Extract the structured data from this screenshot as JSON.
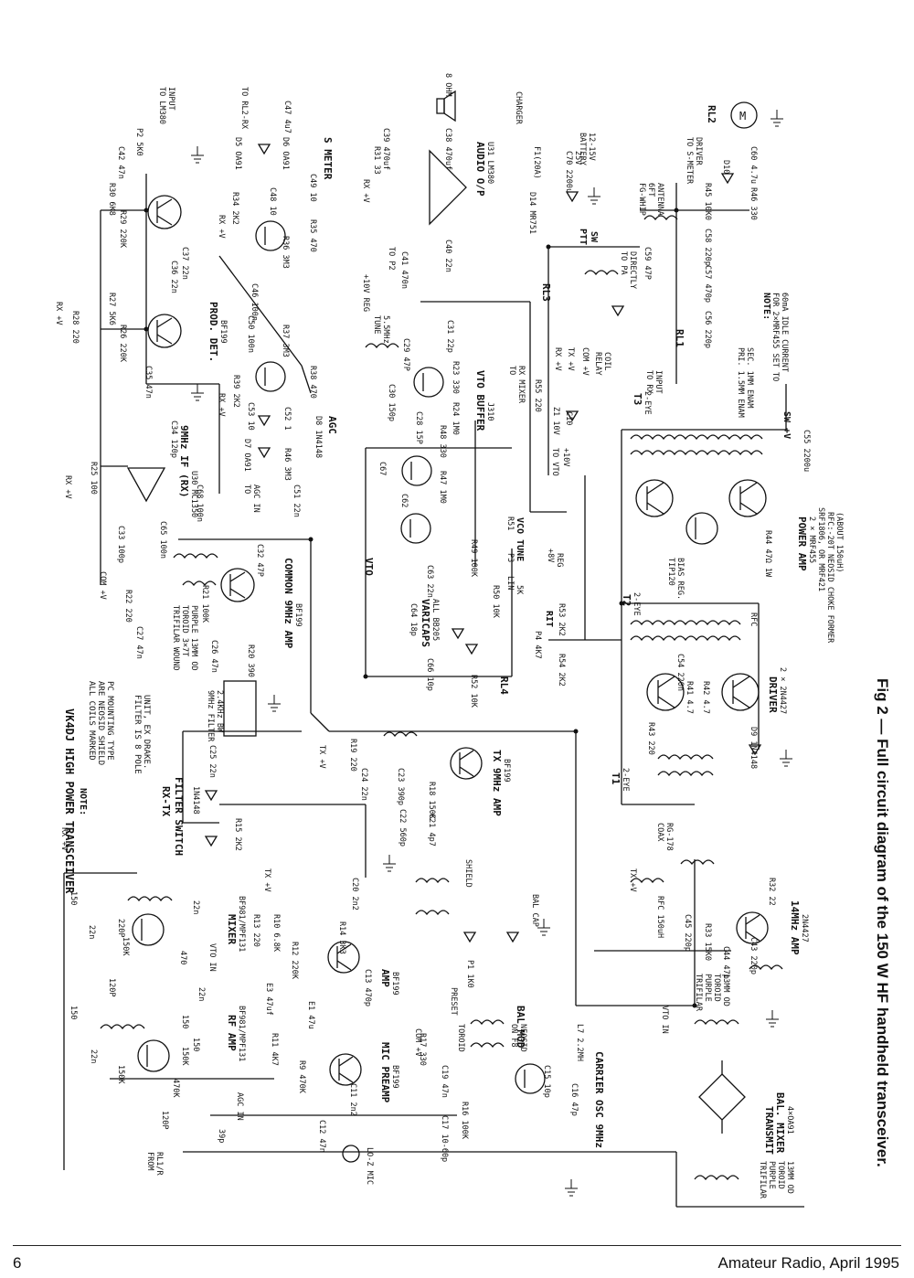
{
  "caption": "Fig 2 — Full circuit diagram of the 150 W HF handheld transceiver.",
  "footer": {
    "page": "6",
    "magazine": "Amateur Radio, April 1995"
  },
  "title": "VK4DJ HIGH POWER TRANSCEIVER",
  "notes": {
    "n1": "NOTE:",
    "n2": "ALL COILS MARKED",
    "n3": "ARE NEOSID SHIELD",
    "n4": "PC MOUNTING TYPE",
    "f1": "FILTER IS 8 POLE",
    "f2": "UNIT, EX DRAKE.",
    "pa1": "NOTE:",
    "pa2": "FOR 2×MRF455 SET TO",
    "pa3": "60mA IDLE CURRENT",
    "tri1": "TRIFILAR WOUND",
    "tri2": "TOROID 3×7T",
    "tri3": "PURPLE 13MM OD",
    "pri1": "PRI. 1.5MM ENAM",
    "pri2": "SEC. 1MM ENAM",
    "rfc1": "RFC:-20T NEOSID CHOKE FORMER",
    "rfc2": "(ABOUT 150uH)"
  },
  "stages": {
    "if": "9MHz IF (RX)",
    "if_ic": "U30 MC1350",
    "prod": "PROD. DET.",
    "prod_t": "BF199",
    "smeter": "S METER",
    "agc": "AGC",
    "audio": "AUDIO O/P",
    "audio_ic": "U31 LM380",
    "vto": "VTO",
    "vto_buf": "VTO BUFFER",
    "vto_buf_t": "J310",
    "varicaps": "VARICAPS",
    "varicaps_t": "ALL BB205",
    "vco_tune": "VCO TUNE",
    "rit": "RIT",
    "common_amp": "COMMON 9MHz AMP",
    "common_amp_t": "BF199",
    "filter": "9MHz FILTER",
    "filter_bw": "2.4KHz BW",
    "rxtx": "RX-TX",
    "filter_sw": "FILTER SWITCH",
    "filter_sw_d": "1N4148",
    "tx_amp": "TX 9MHz AMP",
    "tx_amp_t": "BF199",
    "mixer": "MIXER",
    "mixer_t": "BF981/MPF131",
    "rfamp": "RF AMP",
    "rfamp_t": "BF981/MPF131",
    "amp": "AMP",
    "amp_t": "BF199",
    "mic": "MIC PREAMP",
    "mic_t": "BF199",
    "bal_mod": "BAL MOD",
    "carrier": "CARRIER OSC 9MHz",
    "tx_bal": "TRANSMIT",
    "tx_bal2": "BAL. MIXER",
    "tx_bal3": "4×OA91",
    "amp14": "14MHz AMP",
    "amp14_t": "2N4427",
    "driver": "DRIVER",
    "driver_t": "2 × 2N4427",
    "pa": "POWER AMP",
    "pa_t": "2 × MRF455",
    "pa_t2": "SRF1806, OR MRF421",
    "bias": "TIP120",
    "bias2": "BIAS REG.",
    "t1": "T1",
    "t1s": "2-EYE",
    "t2": "T2",
    "t2s": "2-EYE",
    "t3": "T3",
    "t3s": "2-EYE"
  },
  "labels": {
    "rxv": "RX +V",
    "txv": "TX +V",
    "comv": "COM +V",
    "v10": "+10V REG",
    "v10b": "+10V",
    "swv": "SW +V",
    "plusv": "+V",
    "lm380in": "TO LM380",
    "lm380in2": "INPUT",
    "rl2rx": "TO RL2-RX",
    "speaker": "8 OHM",
    "charger": "CHARGER",
    "battery": "BATTERY",
    "battv": "12-15V",
    "whip": "FG-WHIP",
    "whip2": "6FT",
    "whip3": "ANTENNA",
    "smdrv": "TO S-METER",
    "smdrv2": "DRIVER",
    "ptt": "PTT",
    "ptt2": "SW",
    "topa": "TO PA",
    "topa2": "DIRECTLY",
    "relay": "RELAY",
    "relay2": "COIL",
    "torx": "TO RX",
    "torx2": "INPUT",
    "tovto": "TO VTO",
    "tovto2": "+10V",
    "torxmix": "TO",
    "torxmix2": "RX MIXER",
    "agcin": "TO",
    "agcin2": "AGC IN",
    "agcin3": "AGC IN",
    "vtoin": "VTO IN",
    "vtoin2": "VTO IN",
    "from": "FROM",
    "from2": "RL1/R",
    "mic": "LO-Z MIC",
    "coax": "COAX",
    "coax2": "RG-178",
    "tune": "TUNE",
    "tune2": "5.5MHz",
    "shield": "SHIELD",
    "balcap": "BAL CAP",
    "preset": "PRESET",
    "toroid": "TOROID",
    "on": "ON F8",
    "on2": "NEOSID",
    "trif1": "TRIFILAR",
    "trif2": "PURPLE",
    "trif3": "TOROID",
    "trif4": "13MM OD",
    "trif5": "TRIFILAR",
    "trif6": "PURPLE",
    "trif7": "TOROID",
    "trif8": "13MM OD",
    "tp2": "TO P2",
    "rl1": "RL1",
    "rl2": "RL2",
    "rl3": "RL3",
    "rl4": "RL4",
    "p3": "P3",
    "p4": "P4 4K7",
    "lin": "LIN",
    "sk": "5K",
    "v18": "+8V",
    "reg": "REG"
  },
  "components": {
    "r30": "R30 6K8",
    "r29": "R29 220K",
    "r28": "R28 220",
    "r27": "R27 5K6",
    "r26": "R26 220K",
    "r25": "R25 100",
    "c42": "C42 47n",
    "c37": "C37 22n",
    "c36": "C36 22n",
    "c35": "C35 47n",
    "p2": "P2 5K0",
    "c39": "C39 470uf",
    "c38": "C38 470uf",
    "r31": "R31 33",
    "c40": "C40 22n",
    "c41": "C41 470n",
    "d5": "D5 OA91",
    "d6": "D6 OA91",
    "c47": "C47 4u7",
    "r34": "R34 2K2",
    "c48": "C48 10",
    "c49": "C49 10",
    "r35": "R35 470",
    "r36": "R36 3M3",
    "c46": "C46 100n",
    "c50": "C50 100n",
    "r37": "R37 3M3",
    "r39": "R39 2K2",
    "r38": "R38 470",
    "c53": "C53 10",
    "c52": "C52 1",
    "d8": "D8 1N4148",
    "d7": "D7 OA91",
    "r46": "R46 3M3",
    "c51": "C51 22n",
    "c34": "C34 120p",
    "c68": "C68 100n",
    "c33": "C33 100p",
    "c65": "C65 100n",
    "c32": "C32 47P",
    "r22": "R22 220",
    "r21": "R21 100K",
    "c27": "C27 47n",
    "c26": "C26 47n",
    "r20": "R20 390",
    "c25": "C25 22n",
    "r19": "R19 220",
    "c24": "C24 22n",
    "c23": "C23 390p",
    "r18": "R18 150K",
    "c22": "C22 560p",
    "c21": "C21 4p7",
    "r15": "R15 2K2",
    "c20": "C20 2n2",
    "r13": "R13 220",
    "r10": "R10 6.8K",
    "r14": "R14 3K3",
    "c13": "C13 470p",
    "r12": "R12 220K",
    "e3": "E3 47uf",
    "e1": "E1 47u",
    "r11": "R11 4K7",
    "r9": "R9 470K",
    "c11": "C11 2n2",
    "c12": "C12 47n",
    "r17": "R17 330",
    "c19": "C19 47n",
    "p1": "P1 1K0",
    "l7": "L7 2.2MH",
    "c15": "C15 10p",
    "c16": "C16 47p",
    "r16": "R16 100K",
    "c17": "C17 10-60p",
    "c30": "C30 150p",
    "c29": "C29 47P",
    "c31": "C31 22p",
    "r23": "R23 330",
    "r24": "R24 1M0",
    "c28": "C28 15P",
    "r48": "R48 330",
    "r47": "R47 1M0",
    "c67": "C67",
    "c62": "C62",
    "c63": "C63 22n",
    "r49": "R49 100K",
    "c64": "C64 18p",
    "r50": "R50 10K",
    "c66": "C66 10p",
    "r52": "R52 10K",
    "r51": "R51",
    "r53": "R53 2K2",
    "r54": "R54 2K2",
    "d14": "D14 MR751",
    "f1": "F1(20A)",
    "c70": "C70 2200u",
    "c70v": "25V",
    "r55": "R55 220",
    "z1": "Z1 10V",
    "c10": "C10",
    "c59": "C59 47P",
    "c58": "C58 220p",
    "c57": "C57 470p",
    "c56": "C56 220p",
    "c55": "C55 2200u",
    "r45": "R45 10K0",
    "r46b": "R46 330",
    "d10": "D10",
    "c60": "C60 4.7u",
    "r44": "R44 47Ω 1W",
    "c54": "C54 220n",
    "r41": "R41 4.7",
    "r42": "R42 4.7",
    "r43": "R43 220",
    "d9": "D9 1N4148",
    "r32": "R32 22",
    "r33": "R33 15K0",
    "c45": "C45 220p",
    "c44": "C44 47p",
    "c43": "C43 220p",
    "rfc": "RFC",
    "rfc150": "RFC 150uH",
    "c150": "150",
    "c150b": "150",
    "c220p": "220P",
    "c120p": "120P",
    "c22n": "22n",
    "r470": "470",
    "r150k": "150K",
    "c22nb": "22n",
    "r150": "150",
    "r470k": "470K",
    "r150kb": "150K",
    "c39p": "39p",
    "c120pb": "120P",
    "c22nc": "22n",
    "r150c": "150",
    "r150kc": "150K",
    "c22nd": "22n"
  }
}
